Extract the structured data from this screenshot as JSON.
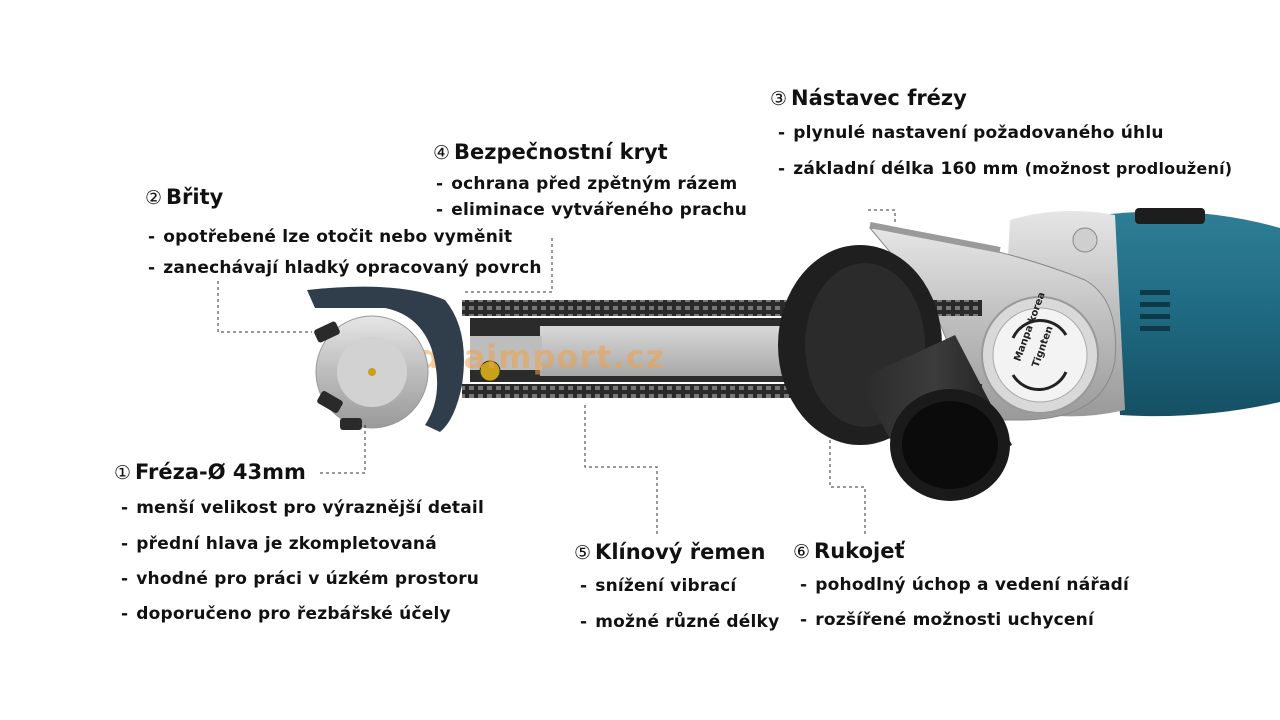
{
  "callouts": [
    {
      "id": "1",
      "num": "①",
      "title": "Fréza-Ø 43mm",
      "items": [
        "menší velikost pro výraznější detail",
        "přední hlava je zkompletovaná",
        "vhodné pro práci v úzkém prostoru",
        "doporučeno pro řezbářské účely"
      ]
    },
    {
      "id": "2",
      "num": "②",
      "title": "Břity",
      "items": [
        "opotřebené lze otočit nebo vyměnit",
        "zanechávají hladký opracovaný povrch"
      ]
    },
    {
      "id": "3",
      "num": "③",
      "title": "Nástavec frézy",
      "items": [
        "plynulé nastavení požadovaného úhlu",
        "základní délka 160 mm"
      ],
      "extra": "(možnost prodloužení)"
    },
    {
      "id": "4",
      "num": "④",
      "title": "Bezpečnostní kryt",
      "items": [
        "ochrana před zpětným rázem",
        "eliminace vytvářeného prachu"
      ]
    },
    {
      "id": "5",
      "num": "⑤",
      "title": "Klínový řemen",
      "items": [
        "snížení vibrací",
        "možné různé délky"
      ]
    },
    {
      "id": "6",
      "num": "⑥",
      "title": "Rukojeť",
      "items": [
        "pohodlný úchop a vedení nářadí",
        "rozšířené možnosti uchycení"
      ]
    }
  ],
  "watermark": "ideaimport.cz",
  "disc_label_1": "Manpa korea",
  "disc_label_2": "Tignten",
  "bullet": "-"
}
